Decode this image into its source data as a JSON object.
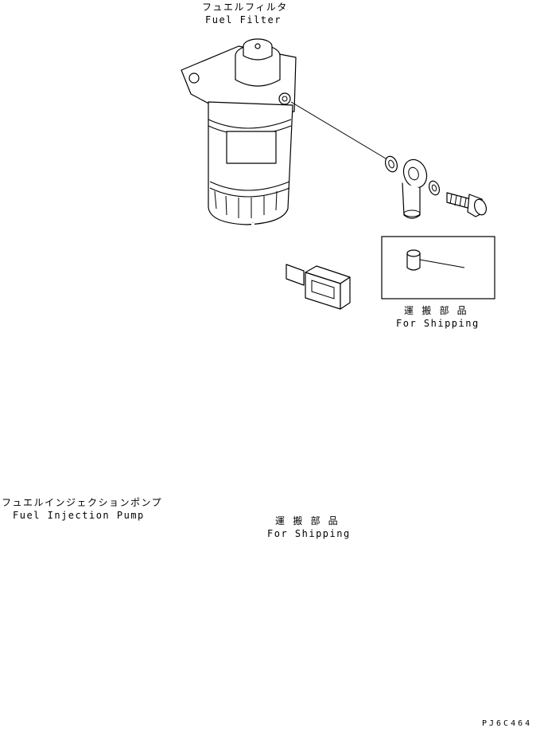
{
  "labels": {
    "fuel_filter_jp": "フュエルフィルタ",
    "fuel_filter_en": "Fuel Filter",
    "shipping_jp_1": "運 搬 部 品",
    "shipping_en_1": "For Shipping",
    "shipping_jp_2": "運 搬 部 品",
    "shipping_en_2": "For Shipping",
    "pump_jp": "フュエルインジェクションポンプ",
    "pump_en": "Fuel Injection Pump",
    "drawing_code": "PJ6C464"
  }
}
